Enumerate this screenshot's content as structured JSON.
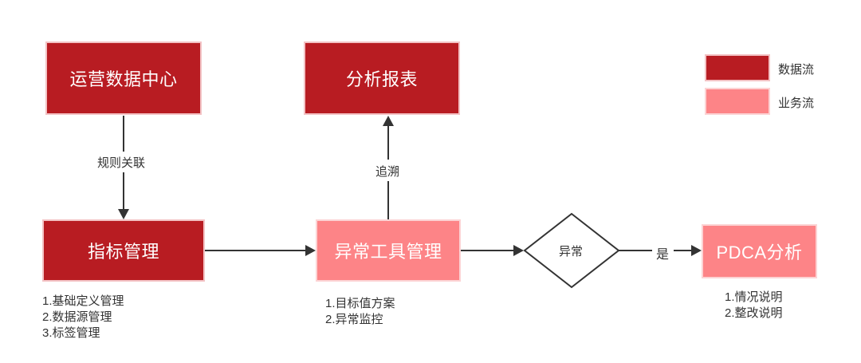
{
  "nodes": {
    "ops_data_center": "运营数据中心",
    "analysis_report": "分析报表",
    "indicator_mgmt": "指标管理",
    "anomaly_tool_mgmt": "异常工具管理",
    "anomaly_decision": "异常",
    "pdca_analysis": "PDCA分析"
  },
  "edges": {
    "rule_link": "规则关联",
    "trace_back": "追溯",
    "yes": "是"
  },
  "legend": {
    "data_flow": "数据流",
    "business_flow": "业务流",
    "data_flow_color": "#b81c22",
    "business_flow_color": "#fd8487"
  },
  "notes": {
    "indicator": [
      "1.基础定义管理",
      "2.数据源管理",
      "3.标签管理"
    ],
    "anomaly_tool": [
      "1.目标值方案",
      "2.异常监控"
    ],
    "pdca": [
      "1.情况说明",
      "2.整改说明"
    ]
  }
}
